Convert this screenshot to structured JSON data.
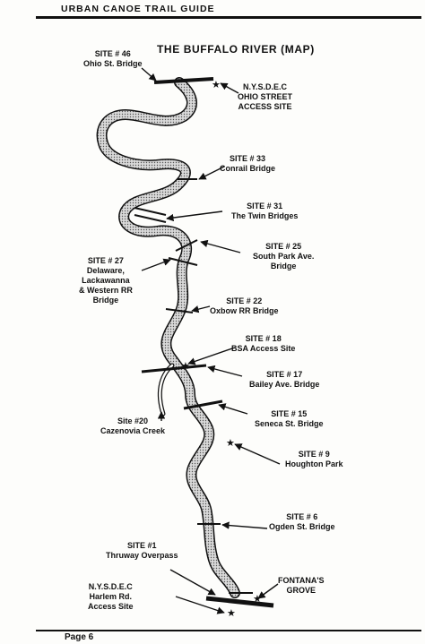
{
  "header": {
    "running_title": "Urban Canoe Trail Guide"
  },
  "map": {
    "title": "THE BUFFALO RIVER (MAP)",
    "labels": [
      {
        "id": "site46",
        "text": "SITE # 46\nOhio St. Bridge"
      },
      {
        "id": "nysdec-ohio",
        "text": "N.Y.S.D.E.C\nOHIO STREET\nACCESS SITE"
      },
      {
        "id": "site33",
        "text": "SITE # 33\nConrail Bridge"
      },
      {
        "id": "site31",
        "text": "SITE # 31\nThe Twin Bridges"
      },
      {
        "id": "site25",
        "text": "SITE # 25\nSouth Park Ave.\nBridge"
      },
      {
        "id": "site27",
        "text": "SITE # 27\nDelaware,\nLackawanna\n& Western RR\nBridge"
      },
      {
        "id": "site22",
        "text": "SITE # 22\nOxbow RR Bridge"
      },
      {
        "id": "site18",
        "text": "SITE # 18\nBSA Access Site"
      },
      {
        "id": "site17",
        "text": "SITE # 17\nBailey Ave. Bridge"
      },
      {
        "id": "site15",
        "text": "SITE # 15\nSeneca St. Bridge"
      },
      {
        "id": "site20",
        "text": "Site #20\nCazenovia Creek"
      },
      {
        "id": "site9",
        "text": "SITE # 9\nHoughton Park"
      },
      {
        "id": "site6",
        "text": "SITE # 6\nOgden St. Bridge"
      },
      {
        "id": "site1",
        "text": "SITE #1\nThruway Overpass"
      },
      {
        "id": "fontanas",
        "text": "FONTANA'S\nGROVE"
      },
      {
        "id": "nysdec-harlem",
        "text": "N.Y.S.D.E.C\nHarlem Rd.\nAccess Site"
      }
    ]
  },
  "footer": {
    "page_label": "Page 6"
  }
}
